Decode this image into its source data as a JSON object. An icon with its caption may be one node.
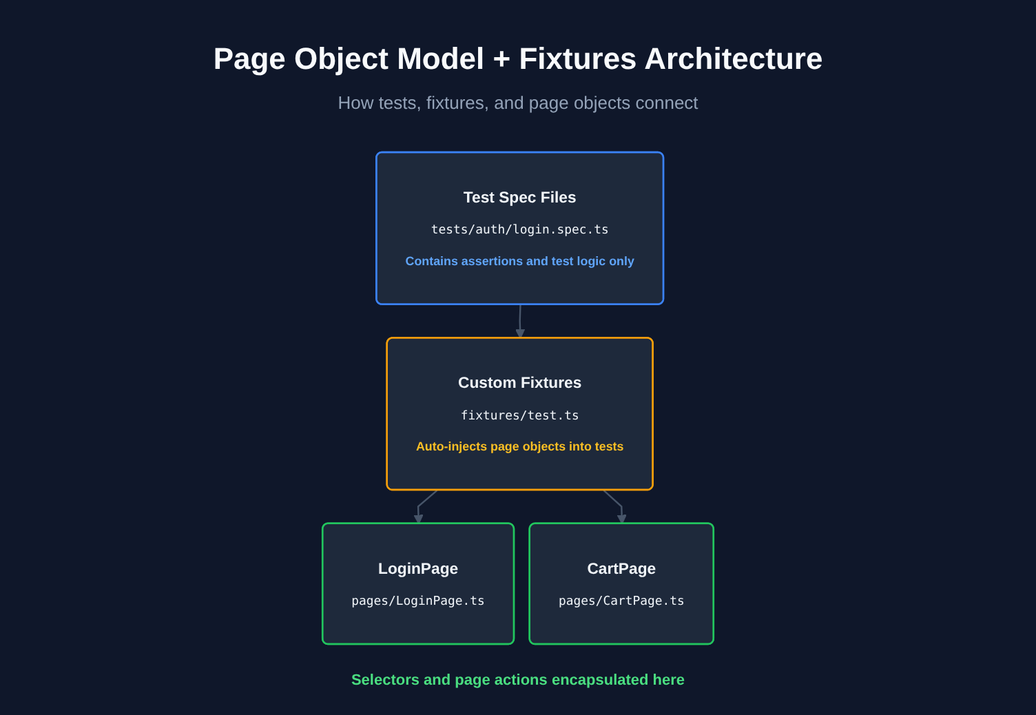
{
  "diagram": {
    "title": "Page Object Model + Fixtures Architecture",
    "nodes": [
      {
        "text": [
          "Test Spec Files",
          "tests/auth/login.spec.ts",
          "Contains assertions and test logic only"
        ]
      },
      {
        "text": [
          "Custom Fixtures",
          "fixtures/test.ts",
          "Auto-injects page objects into tests"
        ]
      },
      {
        "text": [
          "LoginPage",
          "pages/LoginPage.ts"
        ]
      },
      {
        "text": [
          "CartPage",
          "pages/CartPage.ts"
        ]
      }
    ],
    "edges": [
      {
        "from": 0,
        "to": 1,
        "arrow": "to"
      },
      {
        "from": 1,
        "to": 2,
        "arrow": "to"
      },
      {
        "from": 1,
        "to": 3,
        "arrow": "to"
      }
    ],
    "labels": [
      "How tests, fixtures, and page objects connect",
      "Selectors and page actions encapsulated here"
    ]
  }
}
